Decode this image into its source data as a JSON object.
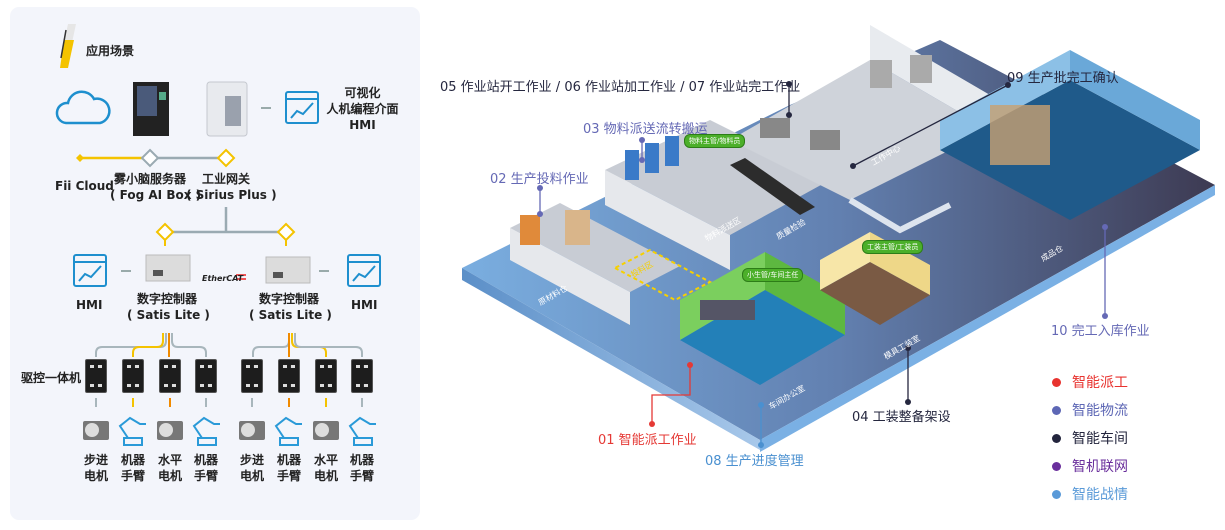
{
  "left_panel": {
    "title": "应用场景",
    "top_row": {
      "cloud": "Fii Cloud",
      "fog_box": {
        "name": "雾小脑服务器",
        "model": "( Fog AI Box )"
      },
      "gateway": {
        "name": "工业网关",
        "model": "( Sirius Plus )"
      },
      "hmi": {
        "line1": "可视化",
        "line2": "人机编程介面",
        "line3": "HMI"
      }
    },
    "controller_row": {
      "hmi_left": "HMI",
      "controller_left": {
        "name": "数字控制器",
        "model": "( Satis Lite )"
      },
      "ethercat": "EtherCAT",
      "controller_right": {
        "name": "数字控制器",
        "model": "( Satis Lite )"
      },
      "hmi_right": "HMI"
    },
    "drive_label": "驱控一体机",
    "devices": [
      {
        "l1": "步进",
        "l2": "电机",
        "icon": "stepper-motor"
      },
      {
        "l1": "机器",
        "l2": "手臂",
        "icon": "robot-arm"
      },
      {
        "l1": "水平",
        "l2": "电机",
        "icon": "stepper-motor"
      },
      {
        "l1": "机器",
        "l2": "手臂",
        "icon": "robot-arm"
      },
      {
        "l1": "步进",
        "l2": "电机",
        "icon": "stepper-motor"
      },
      {
        "l1": "机器",
        "l2": "手臂",
        "icon": "robot-arm"
      },
      {
        "l1": "水平",
        "l2": "电机",
        "icon": "stepper-motor"
      },
      {
        "l1": "机器",
        "l2": "手臂",
        "icon": "robot-arm"
      }
    ]
  },
  "factory": {
    "steps": {
      "s01": "01 智能派工作业",
      "s02": "02 生产投料作业",
      "s03": "03 物料派送流转搬运",
      "s04": "04 工装整备架设",
      "s05_07": "05 作业站开工作业 / 06 作业站加工作业 / 07 作业站完工作业",
      "s08": "08 生产进度管理",
      "s09": "09 生产批完工确认",
      "s10": "10 完工入库作业"
    },
    "zones": {
      "raw": "原材料仓",
      "feed": "投料区",
      "dispatch": "物料派送区",
      "qc": "质量检验",
      "work": "工作中心",
      "finished": "成品仓",
      "office": "车间办公室",
      "tooling": "模具工装室"
    },
    "tags": {
      "material": "物料主管/物料员",
      "office": "小生管/车间主任",
      "tooling": "工装主管/工装员"
    },
    "colors": {
      "red": "#e53935",
      "indigo": "#6569b5",
      "dark": "#25273f",
      "purple": "#6a2f9c",
      "blue": "#5a9ad8"
    }
  },
  "legend": [
    {
      "label": "智能派工",
      "color": "#e8332f"
    },
    {
      "label": "智能物流",
      "color": "#5d67b5"
    },
    {
      "label": "智能车间",
      "color": "#23253d"
    },
    {
      "label": "智机联网",
      "color": "#6a2f9c"
    },
    {
      "label": "智能战情",
      "color": "#5a9ad8"
    }
  ]
}
